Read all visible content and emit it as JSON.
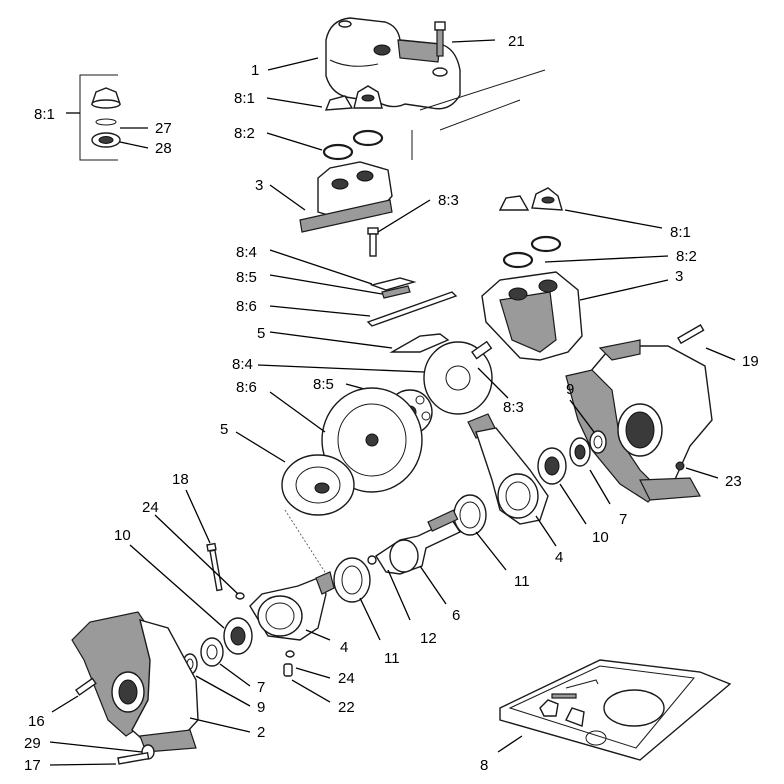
{
  "callouts": {
    "c1": "1",
    "c21": "21",
    "c81a": "8:1",
    "c82a": "8:2",
    "c3a": "3",
    "c83a": "8:3",
    "c84a": "8:4",
    "c85a": "8:5",
    "c86a": "8:6",
    "c5a": "5",
    "c84b": "8:4",
    "c83b": "8:3",
    "c85b": "8:5",
    "c86b": "8:6",
    "c5b": "5",
    "c81b": "8:1",
    "c82b": "8:2",
    "c3b": "3",
    "c19": "19",
    "c9a": "9",
    "c23": "23",
    "c7a": "7",
    "c10a": "10",
    "c4a": "4",
    "c11a": "11",
    "c6": "6",
    "c12": "12",
    "c11b": "11",
    "c4b": "4",
    "c18": "18",
    "c24a": "24",
    "c10b": "10",
    "c7b": "7",
    "c9b": "9",
    "c24b": "24",
    "c22": "22",
    "c2": "2",
    "c16": "16",
    "c29": "29",
    "c17": "17",
    "c8": "8",
    "inset81": "8:1",
    "inset27": "27",
    "inset28": "28"
  }
}
